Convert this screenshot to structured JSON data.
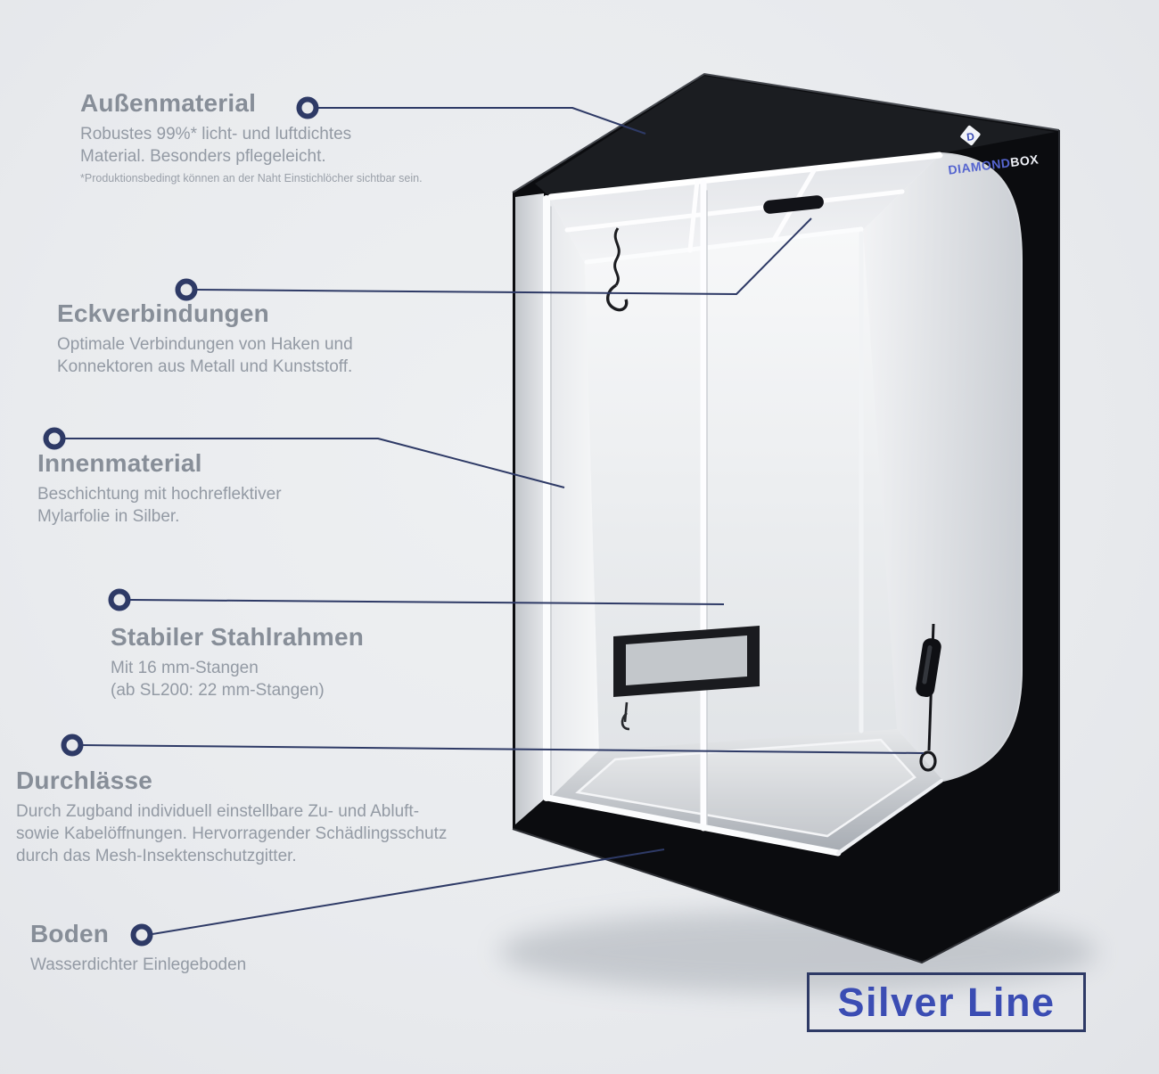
{
  "colors": {
    "background": "#e9ebee",
    "accent": "#2e3a66",
    "title_gray": "#878e98",
    "body_gray": "#939aa4",
    "footnote_gray": "#9aa0a9",
    "badge_blue": "#3b4db3",
    "brand_blue": "#5565cf"
  },
  "callouts": [
    {
      "id": "aussenmaterial",
      "title": "Außenmaterial",
      "body": "Robustes 99%* licht- und luftdichtes\nMaterial. Besonders pflegeleicht.",
      "footnote": "*Produktionsbedingt können an der Naht Einstichlöcher sichtbar sein."
    },
    {
      "id": "eckverbindungen",
      "title": "Eckverbindungen",
      "body": "Optimale Verbindungen von Haken und\nKonnektoren aus Metall und Kunststoff."
    },
    {
      "id": "innenmaterial",
      "title": "Innenmaterial",
      "body": "Beschichtung mit hochreflektiver\nMylarfolie in Silber."
    },
    {
      "id": "stahlrahmen",
      "title": "Stabiler Stahlrahmen",
      "body": "Mit 16 mm-Stangen\n(ab SL200: 22 mm-Stangen)"
    },
    {
      "id": "durchlaesse",
      "title": "Durchlässe",
      "body": "Durch Zugband individuell einstellbare Zu- und Abluft-\nsowie Kabelöffnungen. Hervorragender Schädlingsschutz\ndurch das Mesh-Insektenschutzgitter."
    },
    {
      "id": "boden",
      "title": "Boden",
      "body": "Wasserdichter Einlegeboden"
    }
  ],
  "product": {
    "brand_icon_letter": "D",
    "brand_name_primary": "DIAMOND",
    "brand_name_secondary": "BOX",
    "series_badge": "Silver Line"
  }
}
